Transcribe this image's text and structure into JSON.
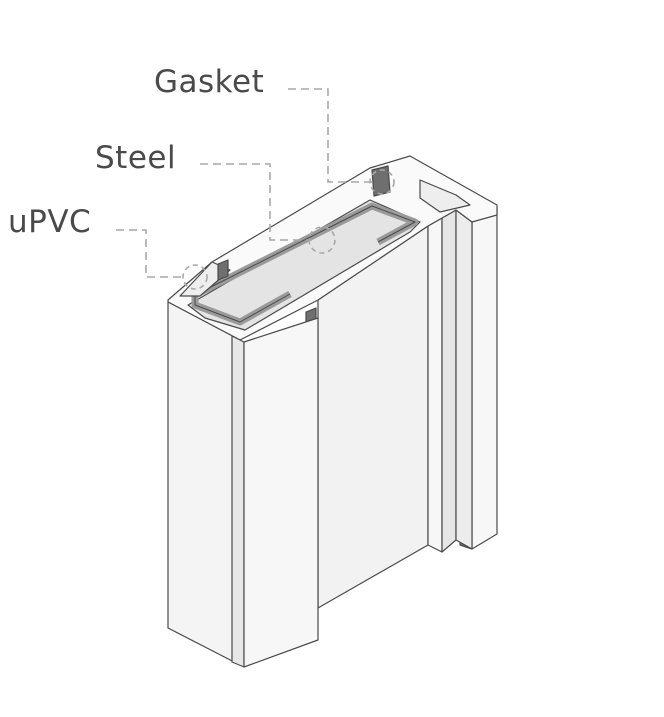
{
  "labels": {
    "gasket": "Gasket",
    "steel": "Steel",
    "upvc": "uPVC"
  },
  "colors": {
    "upvc_face": "#f2f2f2",
    "upvc_light": "#fafafa",
    "upvc_shade": "#e4e4e4",
    "steel": "#9a9a9a",
    "gasket": "#6f6f6f",
    "outline": "#4a4a4a",
    "leader": "#a8a8a8",
    "label_text": "#4a4a4a"
  }
}
